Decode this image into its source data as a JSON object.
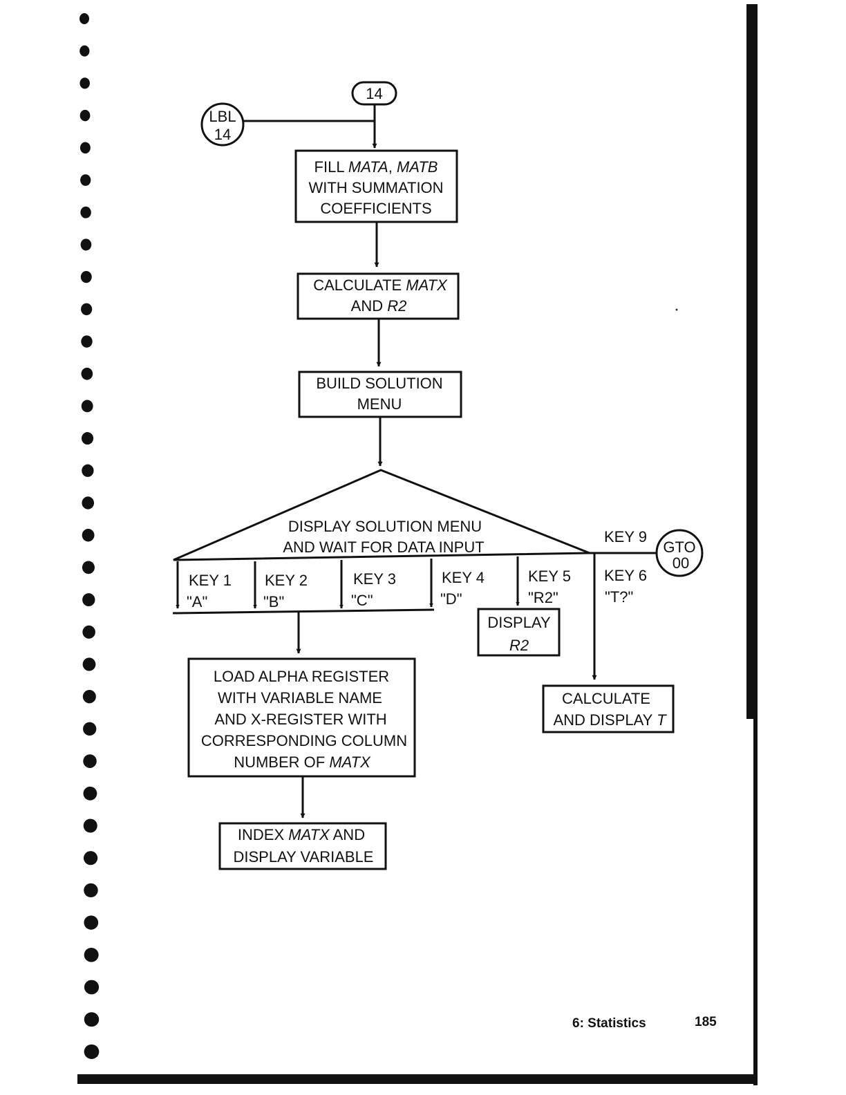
{
  "connectors": {
    "entry_label": "14",
    "lbl_line1": "LBL",
    "lbl_line2": "14",
    "gto_line1": "GTO",
    "gto_line2": "00"
  },
  "boxes": {
    "fill": {
      "l1a": "FILL ",
      "l1b": "MATA",
      "l1c": ", ",
      "l1d": "MATB",
      "l2": "WITH SUMMATION",
      "l3": "COEFFICIENTS"
    },
    "calculate": {
      "l1a": "CALCULATE ",
      "l1b": "MATX",
      "l2a": "AND ",
      "l2b": "R2"
    },
    "build": {
      "l1": "BUILD SOLUTION",
      "l2": "MENU"
    },
    "display_menu": {
      "l1": "DISPLAY SOLUTION MENU",
      "l2": "AND WAIT FOR DATA INPUT"
    },
    "load": {
      "l1": "LOAD ALPHA REGISTER",
      "l2": "WITH VARIABLE NAME",
      "l3": "AND X-REGISTER WITH",
      "l4": "CORRESPONDING COLUMN",
      "l5a": "NUMBER OF ",
      "l5b": "MATX"
    },
    "index": {
      "l1a": "INDEX ",
      "l1b": "MATX",
      "l1c": " AND",
      "l2": "DISPLAY VARIABLE"
    },
    "display_r2": {
      "l1": "DISPLAY",
      "l2": "R2"
    },
    "calc_t": {
      "l1": "CALCULATE",
      "l2a": "AND DISPLAY ",
      "l2b": "T"
    }
  },
  "keys": [
    {
      "key": "KEY 1",
      "code": "\"A\""
    },
    {
      "key": "KEY 2",
      "code": "\"B\""
    },
    {
      "key": "KEY 3",
      "code": "\"C\""
    },
    {
      "key": "KEY 4",
      "code": "\"D\""
    },
    {
      "key": "KEY 5",
      "code": "\"R2\""
    },
    {
      "key": "KEY 6",
      "code": "\"T?\""
    },
    {
      "key": "KEY 9"
    }
  ],
  "footer": {
    "section": "6: Statistics",
    "page": "185"
  }
}
